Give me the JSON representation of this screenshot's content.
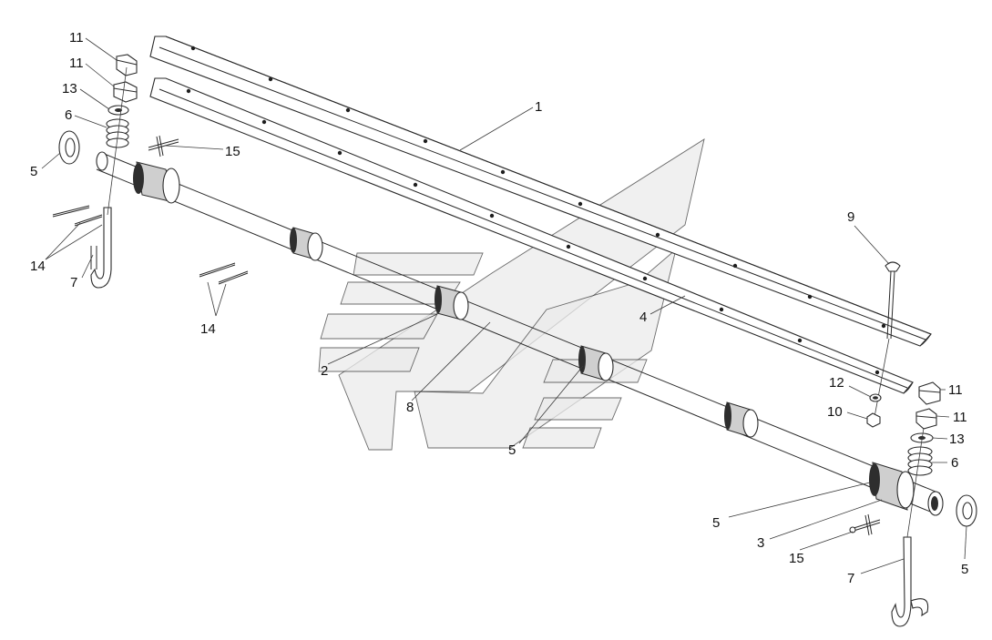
{
  "diagram": {
    "callouts": [
      {
        "id": "c11a",
        "text": "11"
      },
      {
        "id": "c11b",
        "text": "11"
      },
      {
        "id": "c13a",
        "text": "13"
      },
      {
        "id": "c6a",
        "text": "6"
      },
      {
        "id": "c5a",
        "text": "5"
      },
      {
        "id": "c15a",
        "text": "15"
      },
      {
        "id": "c14a",
        "text": "14"
      },
      {
        "id": "c7a",
        "text": "7"
      },
      {
        "id": "c14b",
        "text": "14"
      },
      {
        "id": "c1",
        "text": "1"
      },
      {
        "id": "c2",
        "text": "2"
      },
      {
        "id": "c8",
        "text": "8"
      },
      {
        "id": "c4",
        "text": "4"
      },
      {
        "id": "c5b",
        "text": "5"
      },
      {
        "id": "c9",
        "text": "9"
      },
      {
        "id": "c12",
        "text": "12"
      },
      {
        "id": "c10",
        "text": "10"
      },
      {
        "id": "c11c",
        "text": "11"
      },
      {
        "id": "c11d",
        "text": "11"
      },
      {
        "id": "c13b",
        "text": "13"
      },
      {
        "id": "c6b",
        "text": "6"
      },
      {
        "id": "c5c",
        "text": "5"
      },
      {
        "id": "c3",
        "text": "3"
      },
      {
        "id": "c15b",
        "text": "15"
      },
      {
        "id": "c7b",
        "text": "7"
      },
      {
        "id": "c5d",
        "text": "5"
      }
    ]
  }
}
